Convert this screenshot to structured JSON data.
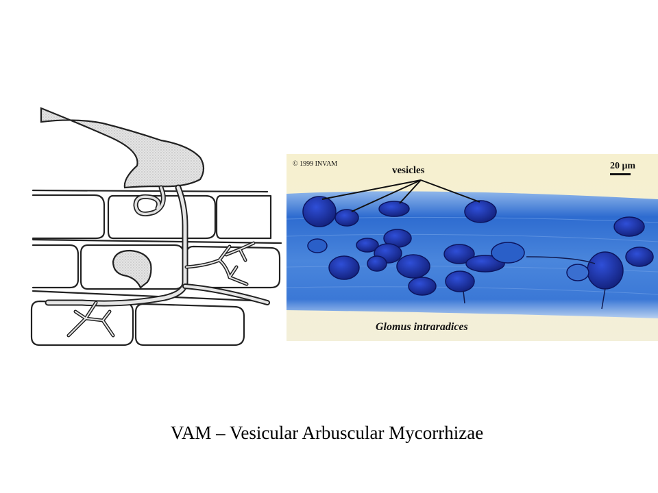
{
  "photo": {
    "copyright": "© 1999 INVAM",
    "vesicles_label": "vesicles",
    "scale_label": "20 μm",
    "species_label": "Glomus intraradices"
  },
  "caption": "VAM – Vesicular Arbuscular Mycorrhizae",
  "colors": {
    "background": "#ffffff",
    "root_stain": "#2f6fd0",
    "vesicle": "#1a2c9a",
    "hypha_fill": "#d8d8d8",
    "outline": "#222222"
  }
}
